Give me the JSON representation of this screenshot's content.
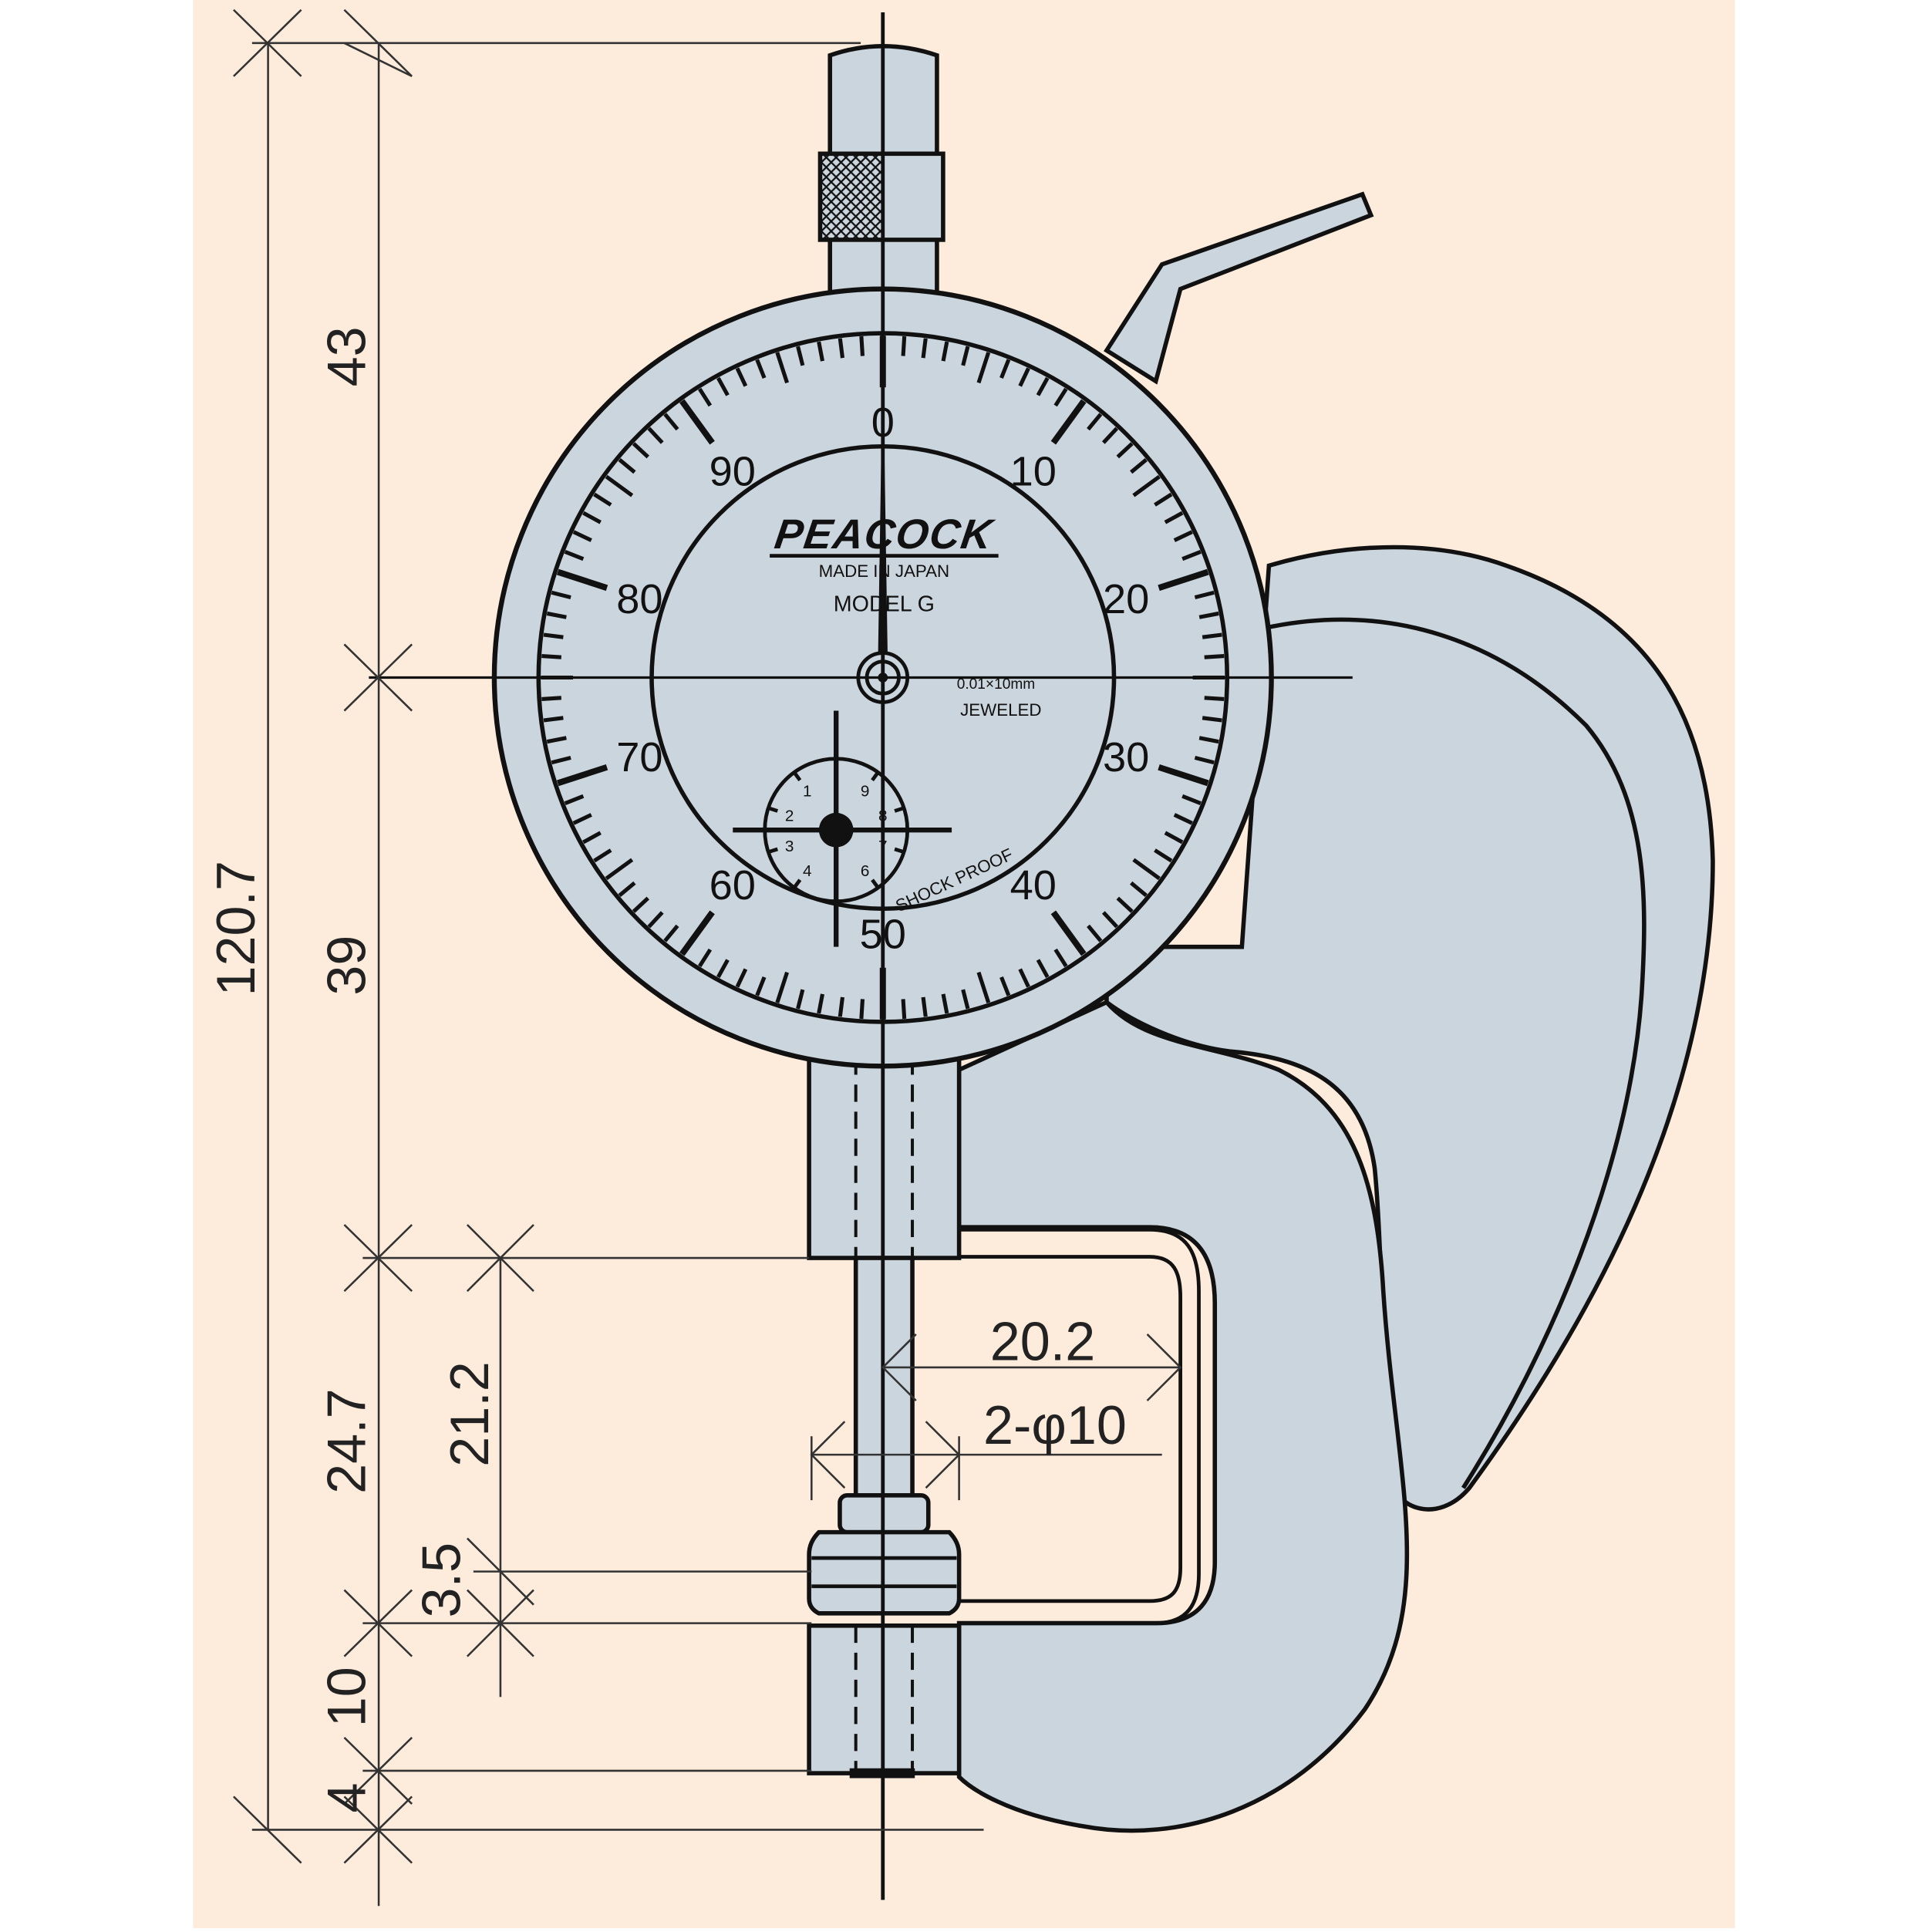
{
  "colors": {
    "background": "#fdebdb",
    "frame_fill": "#cbd5dd",
    "dial_fill": "#cbd5dd",
    "line": "#111111",
    "dim_line": "#333333"
  },
  "dial": {
    "main_numbers": [
      "0",
      "10",
      "20",
      "30",
      "40",
      "50",
      "60",
      "70",
      "80",
      "90"
    ],
    "sub_numbers": [
      "1",
      "2",
      "3",
      "4",
      "6",
      "7",
      "8",
      "9"
    ],
    "brand": "PEACOCK",
    "made_in": "MADE IN JAPAN",
    "model": "MODEL G",
    "resolution": "0.01×10mm",
    "jeweled": "JEWELED",
    "shock_proof": "SHOCK PROOF",
    "pointer_reading": 0
  },
  "dimensions": {
    "overall": "120.7",
    "top": "43",
    "middle": "39",
    "lower": "24.7",
    "gap": "21.2",
    "anvil": "3.5",
    "base": "10",
    "tip": "4",
    "throat_depth": "20.2",
    "anvil_diameter": "2-φ10"
  }
}
